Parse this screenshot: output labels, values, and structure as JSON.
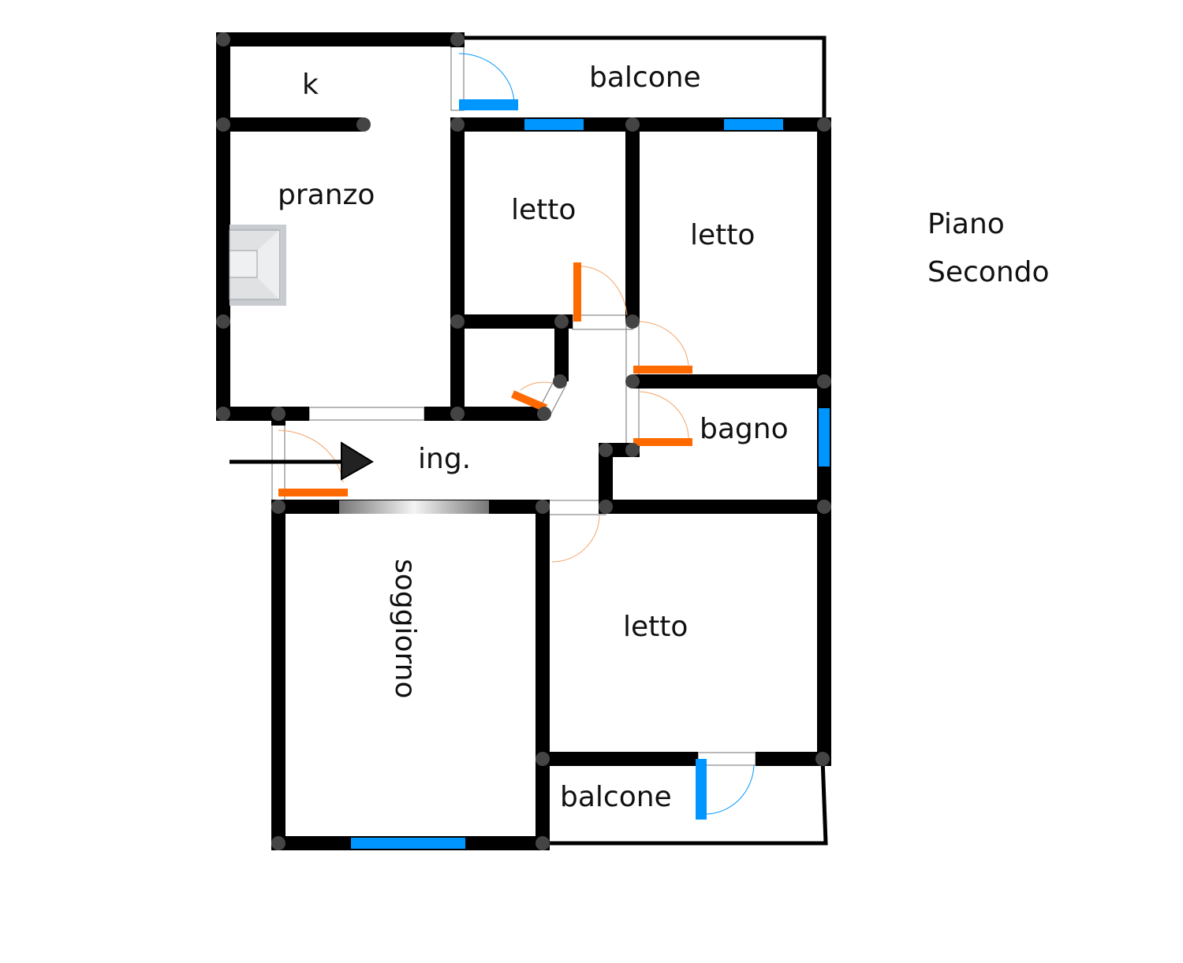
{
  "title": [
    "Piano",
    "Secondo"
  ],
  "rooms": {
    "kitchen": "k",
    "balcony_top": "balcone",
    "dining": "pranzo",
    "bedroom_1": "letto",
    "bedroom_2": "letto",
    "bathroom": "bagno",
    "entrance": "ing.",
    "living": "soggiorno",
    "bedroom_3": "letto",
    "balcony_bottom": "balcone"
  },
  "colors": {
    "wall": "#000000",
    "window": "#0096ff",
    "door": "#ff6a00",
    "node": "#444444"
  }
}
